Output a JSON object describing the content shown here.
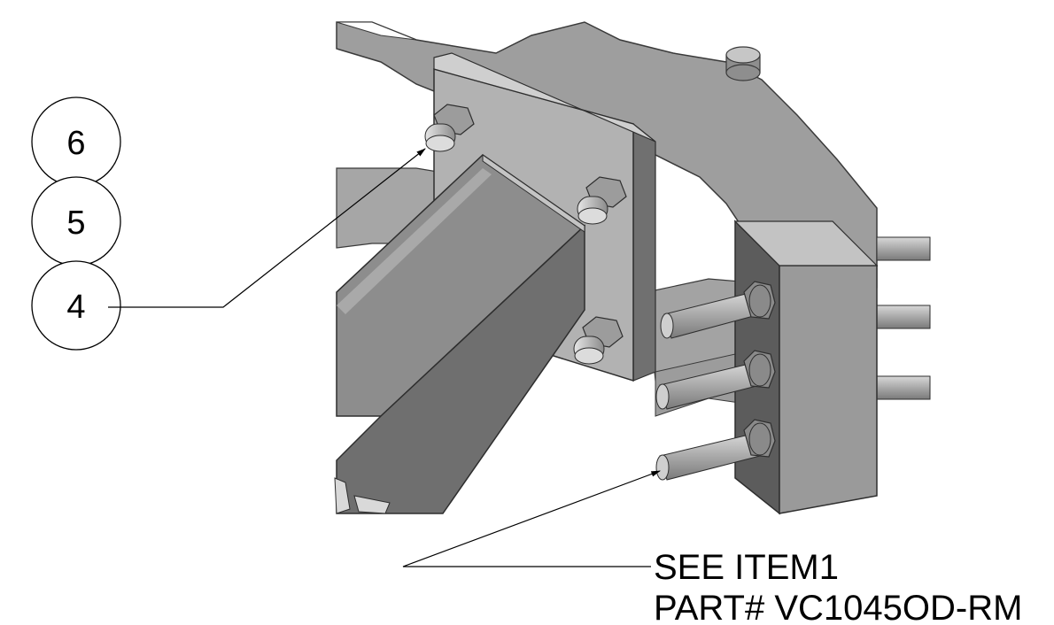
{
  "drawing": {
    "balloons": [
      {
        "item": "6"
      },
      {
        "item": "5"
      },
      {
        "item": "4"
      }
    ],
    "reference_note": {
      "line1": "SEE ITEM1",
      "line2": "PART# VC1045OD-RM"
    },
    "colors": {
      "steel_light": "#bdbdbd",
      "steel_mid": "#9a9a9a",
      "steel_dark": "#6e6e6e",
      "edge": "#3a3a3a",
      "leader": "#000000"
    }
  }
}
